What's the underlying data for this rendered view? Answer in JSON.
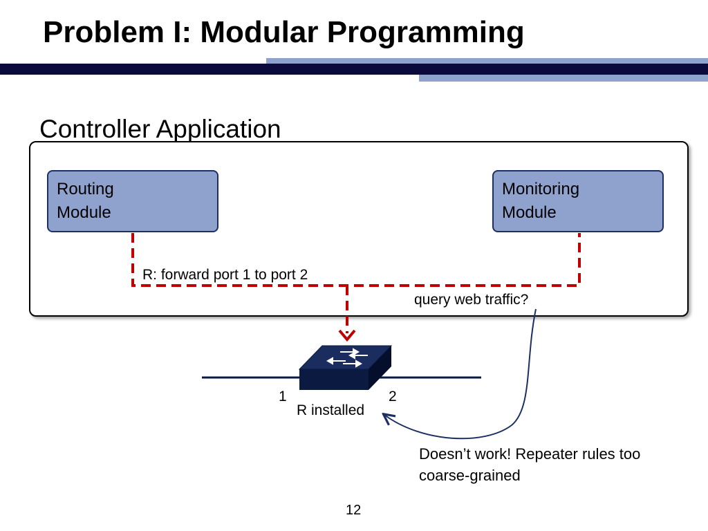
{
  "slide": {
    "title": "Problem I: Modular Programming",
    "section_label": "Controller Application",
    "page_number": "12"
  },
  "modules": {
    "routing": {
      "line1": "Routing",
      "line2": "Module"
    },
    "monitoring": {
      "line1": "Monitoring",
      "line2": "Module"
    }
  },
  "labels": {
    "rule": "R: forward port 1 to port 2",
    "query": "query web traffic?",
    "port1": "1",
    "port2": "2",
    "installed": "R installed",
    "note_line1": "Doesn’t work! Repeater rules too",
    "note_line2": "coarse-grained"
  },
  "colors": {
    "title_band_dark": "#0a0a3c",
    "title_band_light": "#8fa1cd",
    "module_fill": "#8fa1cd",
    "dashed_path": "#c00000",
    "switch_body": "#0a1a40",
    "callout_arrow": "#1d2f62"
  },
  "icons": {
    "switch": "network-switch-icon"
  }
}
